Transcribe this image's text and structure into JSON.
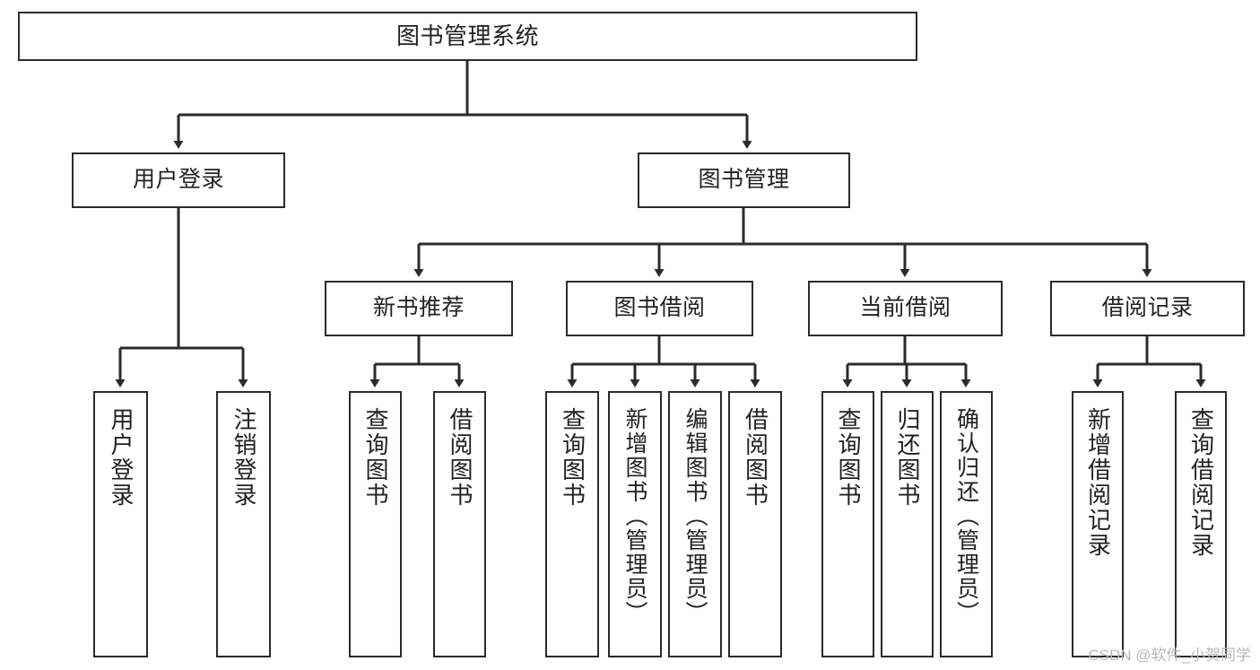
{
  "diagram": {
    "type": "tree-hierarchy-chart",
    "title": "图书管理系统",
    "root": {
      "label": "图书管理系统"
    },
    "level2": [
      {
        "label": "用户登录"
      },
      {
        "label": "图书管理"
      }
    ],
    "level3": [
      {
        "label": "新书推荐"
      },
      {
        "label": "图书借阅"
      },
      {
        "label": "当前借阅"
      },
      {
        "label": "借阅记录"
      }
    ],
    "leaves": {
      "user_login": [
        {
          "label": "用户登录"
        },
        {
          "label": "注销登录"
        }
      ],
      "new_book_recommend": [
        {
          "label": "查询图书"
        },
        {
          "label": "借阅图书"
        }
      ],
      "book_borrow": [
        {
          "label": "查询图书"
        },
        {
          "label": "新增图书（管理员）"
        },
        {
          "label": "编辑图书（管理员）"
        },
        {
          "label": "借阅图书"
        }
      ],
      "current_borrow": [
        {
          "label": "查询图书"
        },
        {
          "label": "归还图书"
        },
        {
          "label": "确认归还（管理员）"
        }
      ],
      "borrow_record": [
        {
          "label": "新增借阅记录"
        },
        {
          "label": "查询借阅记录"
        }
      ]
    }
  },
  "watermark": {
    "text": "CSDN @软件_小贺同学"
  },
  "colors": {
    "stroke": "#2b2b2b",
    "fill": "#ffffff",
    "text": "#222222",
    "watermark": "#b9b9b9"
  }
}
